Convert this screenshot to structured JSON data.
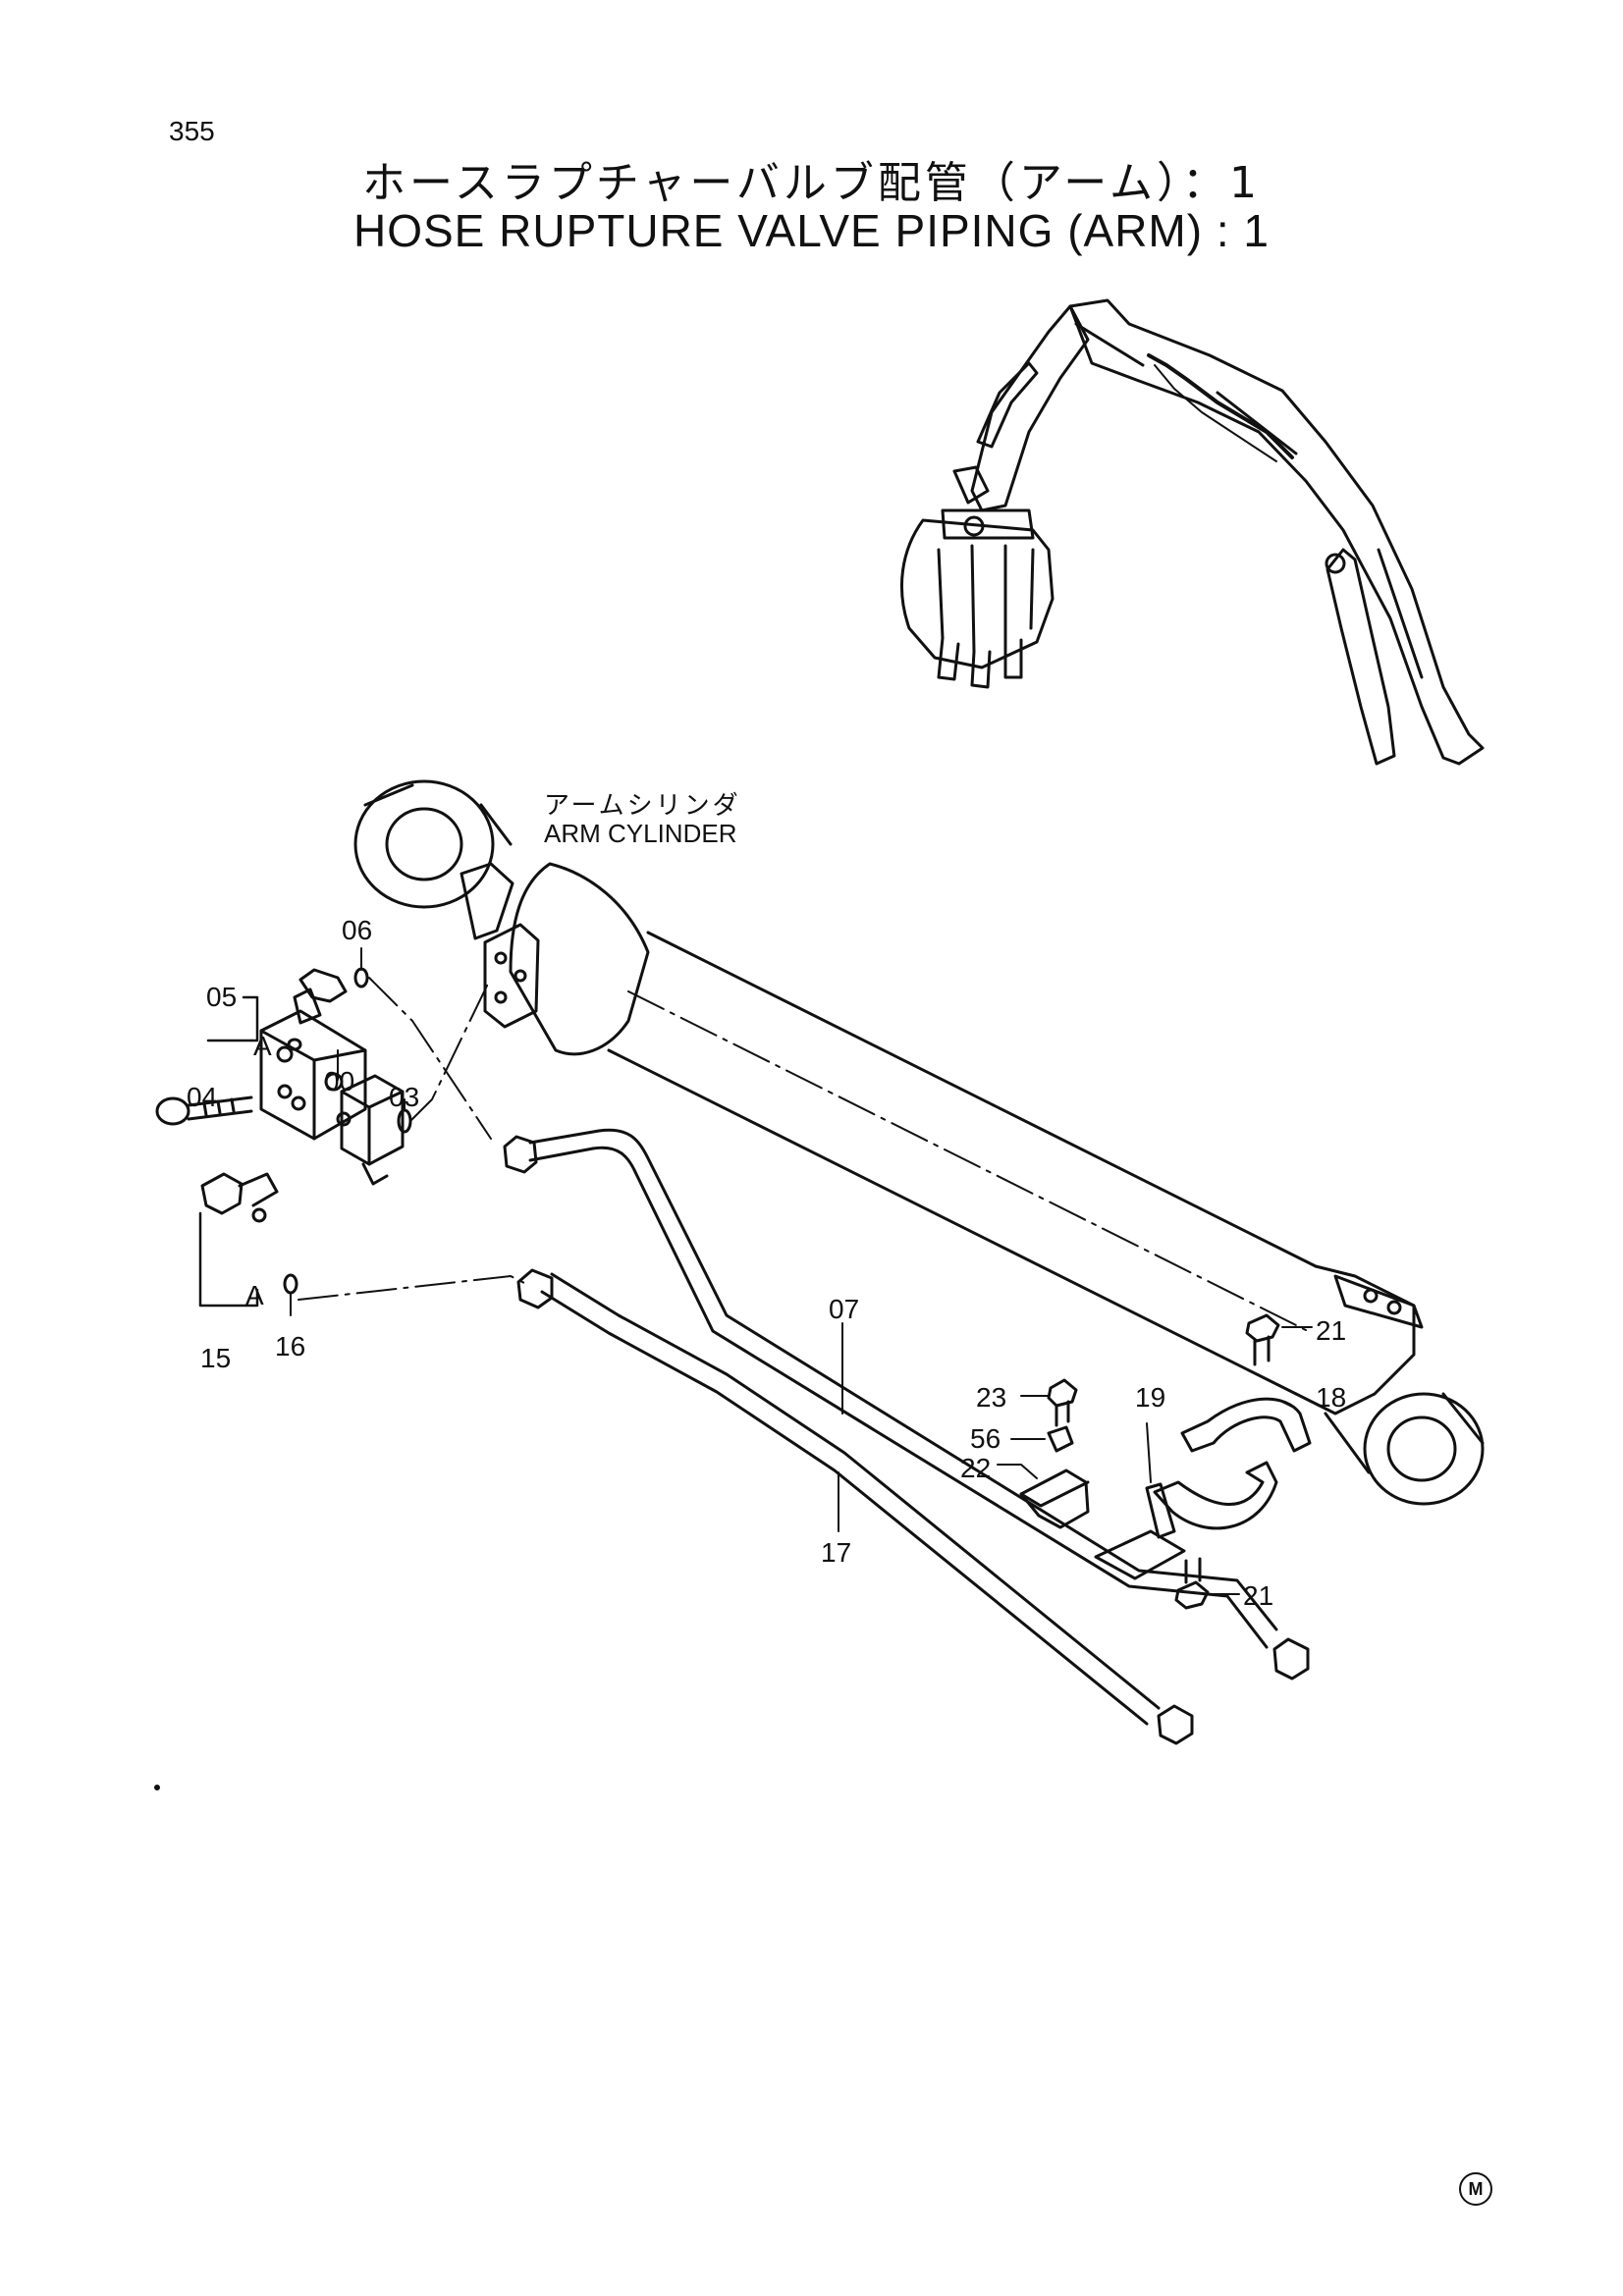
{
  "page": {
    "number": "355",
    "title_jp": "ホースラプチャーバルブ配管（アーム）：1",
    "title_en": "HOSE RUPTURE VALVE PIPING (ARM) : 1",
    "mark": "M"
  },
  "component": {
    "name_jp": "アームシリンダ",
    "name_en": "ARM CYLINDER"
  },
  "callouts": [
    "06",
    "05",
    "A",
    "04",
    "00",
    "03",
    "A",
    "15",
    "16",
    "07",
    "21",
    "23",
    "19",
    "18",
    "56",
    "22",
    "17",
    "21"
  ]
}
